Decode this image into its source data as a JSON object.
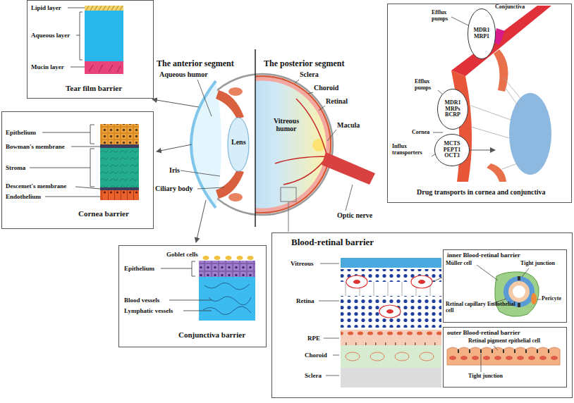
{
  "diagram": {
    "nodes": [
      {
        "text": [
          "Tear film barrier"
        ]
      },
      {
        "text": [
          "Cornea barrier"
        ]
      },
      {
        "text": [
          "Conjunctiva barrier"
        ]
      },
      {
        "text": [
          "Drug transports in cornea and conjunctiva"
        ]
      },
      {
        "text": [
          "MDR1 MRP1"
        ],
        "in": 3
      },
      {
        "text": [
          "MDR1 MRPs BCRP"
        ],
        "in": 3
      },
      {
        "text": [
          "MCTS PEPT1 OCT3"
        ],
        "in": 3
      },
      {
        "text": [
          "Blood-retinal barrier"
        ]
      },
      {
        "text": [
          "inner Blood-retinal barrier"
        ],
        "in": 7
      },
      {
        "text": [
          "outer Blood-retinal barrier"
        ],
        "in": 7
      }
    ],
    "labels": [
      "Lipid layer",
      "Aqueous layer",
      "Mucin layer",
      "Epithelium",
      "Bowman's membrane",
      "Stroma",
      "Descemet's membrane",
      "Endothelium",
      "The anterior segment",
      "The posterior segment",
      "Aqueous humor",
      "Sclera",
      "Choroid",
      "Retinal",
      "Vitreous humor",
      "Lens",
      "Macula",
      "Iris",
      "Ciliary body",
      "Optic nerve",
      "Goblet cells",
      "Epithelium",
      "Blood vessels",
      "Lymphatic vessels",
      "Efflux pumps",
      "Conjunctiva",
      "Efflux pumps",
      "Cornea",
      "Influx transporters",
      "Vitreous",
      "Retina",
      "RPE",
      "Choroid",
      "Sclera",
      "Müller cell",
      "Tight junction",
      "Retinal capillary Endothelial cell",
      "Pericyte",
      "Retinal pigment epithelial cell",
      "Tight junction"
    ]
  }
}
